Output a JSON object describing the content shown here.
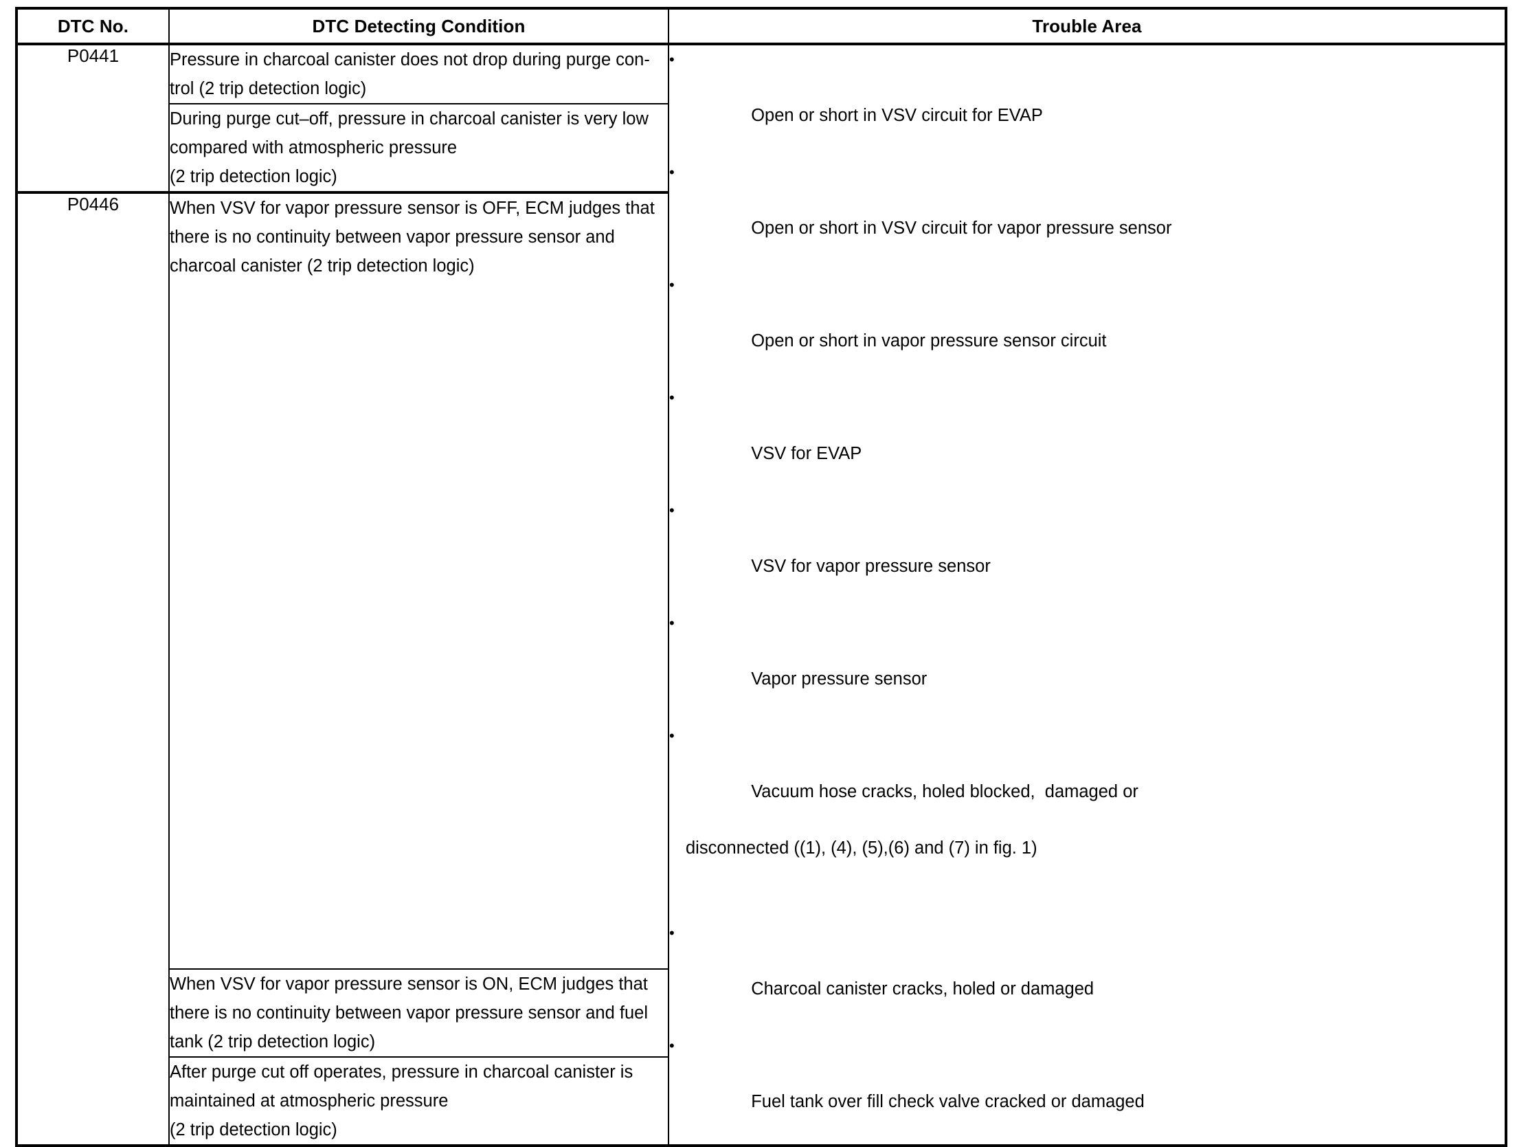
{
  "table": {
    "headers": {
      "dtc_no": "DTC No.",
      "condition": "DTC Detecting Condition",
      "trouble_area": "Trouble Area"
    },
    "groups": [
      {
        "dtc_no": "P0441",
        "conditions": [
          {
            "lines": [
              "Pressure in charcoal canister does not drop during purge con-",
              "trol (2 trip detection logic)"
            ]
          },
          {
            "lines": [
              "During purge cut–off, pressure in charcoal canister is very low",
              "compared with atmospheric pressure",
              "(2 trip detection logic)"
            ]
          }
        ]
      },
      {
        "dtc_no": "P0446",
        "conditions": [
          {
            "lines": [
              "When VSV for vapor pressure sensor is OFF, ECM judges that",
              "there is no continuity between vapor pressure sensor and",
              "charcoal canister (2 trip detection logic)"
            ]
          },
          {
            "lines": [
              "When VSV for vapor pressure sensor is ON, ECM judges that",
              "there is no continuity between vapor pressure sensor and fuel",
              "tank (2 trip detection logic)"
            ]
          },
          {
            "lines": [
              "After purge cut off operates, pressure in charcoal canister is",
              "maintained at atmospheric pressure",
              "(2 trip detection logic)"
            ]
          }
        ]
      }
    ],
    "trouble_area_items": [
      {
        "text": "Open or short in VSV circuit for EVAP",
        "cont": ""
      },
      {
        "text": "Open or short in VSV circuit for vapor pressure sensor",
        "cont": ""
      },
      {
        "text": "Open or short in vapor pressure sensor circuit",
        "cont": ""
      },
      {
        "text": "VSV for EVAP",
        "cont": ""
      },
      {
        "text": "VSV for vapor pressure sensor",
        "cont": ""
      },
      {
        "text": "Vapor pressure sensor",
        "cont": ""
      },
      {
        "text": "Vacuum hose cracks, holed blocked,  damaged or",
        "cont": "disconnected ((1), (4), (5),(6) and (7) in fig. 1)"
      },
      {
        "text": "Charcoal canister cracks, holed or damaged",
        "cont": ""
      },
      {
        "text": "Fuel tank over fill check valve cracked or damaged",
        "cont": ""
      }
    ],
    "bullet_glyph": "•"
  }
}
